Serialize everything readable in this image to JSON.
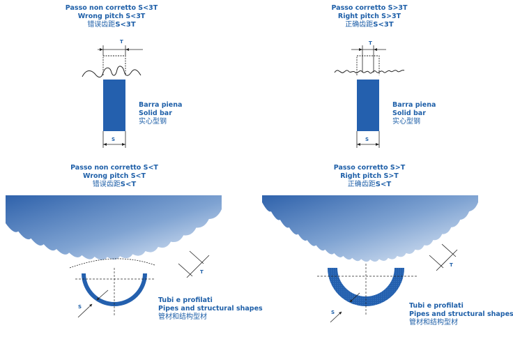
{
  "panels": {
    "top_left": {
      "title_it": "Passo non corretto S<3T",
      "title_en": "Wrong pitch S<3T",
      "title_cn_prefix": "错误齿距",
      "title_cn_formula": "S<3T",
      "material_it": "Barra piena",
      "material_en": "Solid bar",
      "material_cn": "实心型钢",
      "label_t": "T",
      "label_s": "S"
    },
    "top_right": {
      "title_it": "Passo corretto S>3T",
      "title_en": "Right pitch S>3T",
      "title_cn_prefix": "正确齿距",
      "title_cn_formula": "S<3T",
      "material_it": "Barra piena",
      "material_en": "Solid bar",
      "material_cn": "实心型钢",
      "label_t": "T",
      "label_s": "S"
    },
    "bottom_left": {
      "title_it": "Passo non corretto S<T",
      "title_en": "Wrong pitch S<T",
      "title_cn_prefix": "错误齿距",
      "title_cn_formula": "S<T",
      "material_it": "Tubi e profilati",
      "material_en": "Pipes and structural shapes",
      "material_cn": "管材和结构型材",
      "label_t": "T",
      "label_s": "S"
    },
    "bottom_right": {
      "title_it": "Passo corretto S>T",
      "title_en": "Right pitch S>T",
      "title_cn_prefix": "正确齿距",
      "title_cn_formula": "S<T",
      "material_it": "Tubi e profilati",
      "material_en": "Pipes and structural shapes",
      "material_cn": "管材和结构型材",
      "label_t": "T",
      "label_s": "S"
    }
  },
  "colors": {
    "text": "#1e5fa8",
    "bar_fill": "#2460ae",
    "pipe_fill": "#2460ae",
    "blade_dark": "#3a6eb5",
    "blade_light": "#e8f0fa",
    "line": "#222222"
  }
}
